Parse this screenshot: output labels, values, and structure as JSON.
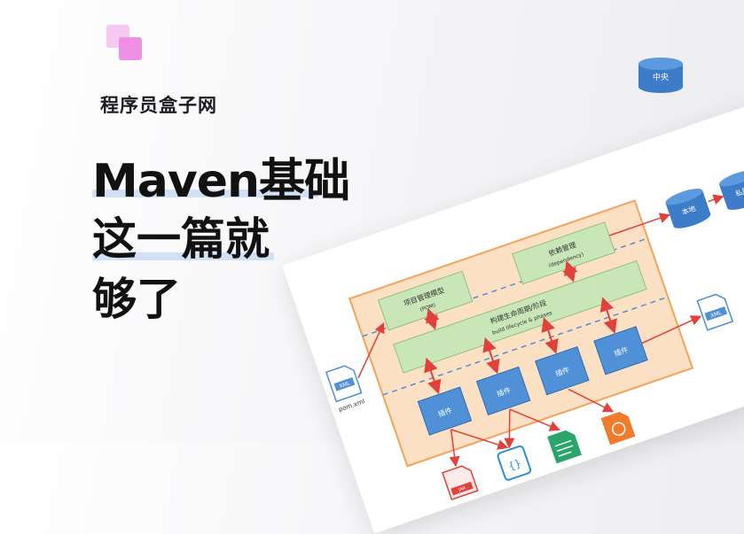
{
  "brand": "程序员盒子网",
  "title": {
    "line1": "Maven基础",
    "line2": "这一篇就",
    "line3": "够了"
  },
  "diagram": {
    "repos": [
      "本地",
      "私服",
      "中央"
    ],
    "project_model": "项目管理模型",
    "project_model_sub": "(POM)",
    "dependency": "依赖管理",
    "dependency_sub": "(dependency)",
    "lifecycle": "构建生命周期/阶段",
    "lifecycle_sub": "build lifecycle & phases",
    "plugins": [
      "插件",
      "插件",
      "插件",
      "插件"
    ],
    "pom_label": "pom.xml",
    "xml": "XML",
    "jar": "JAR"
  },
  "colors": {
    "accent_blue": "#4f90d6",
    "green": "#c8e6b8",
    "orange_region": "#fbe0c4",
    "red_arrow": "#e2403a",
    "logo_pink": "#ee8ae6",
    "highlight": "#cfe0f7"
  }
}
